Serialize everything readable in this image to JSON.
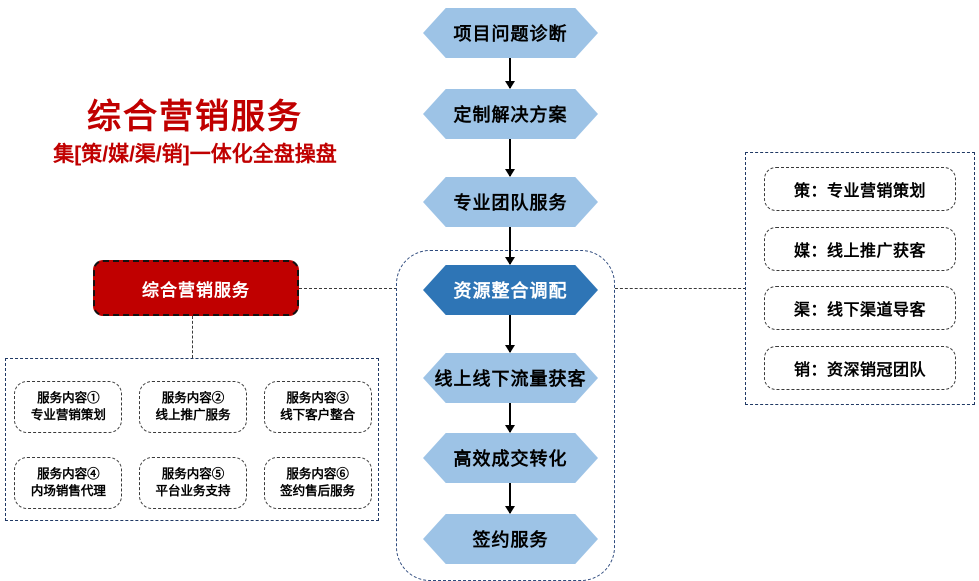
{
  "brand": {
    "title": "综合营销服务",
    "subtitle": "集[策/媒/渠/销]一体化全盘操盘",
    "color": "#C00000"
  },
  "core": {
    "label": "综合营销服务",
    "fill": "#C00000",
    "text_color": "#FFFFFF"
  },
  "flow": {
    "colors": {
      "light": "#9DC3E6",
      "highlight": "#2E75B6",
      "text_dark": "#000000",
      "text_light": "#FFFFFF"
    },
    "steps": [
      {
        "label": "项目问题诊断",
        "state": "normal"
      },
      {
        "label": "定制解决方案",
        "state": "normal"
      },
      {
        "label": "专业团队服务",
        "state": "normal"
      },
      {
        "label": "资源整合调配",
        "state": "highlight"
      },
      {
        "label": "线上线下流量获客",
        "state": "normal"
      },
      {
        "label": "高效成交转化",
        "state": "normal"
      },
      {
        "label": "签约服务",
        "state": "normal"
      }
    ]
  },
  "services": {
    "items": [
      {
        "title": "服务内容①",
        "desc": "专业营销策划"
      },
      {
        "title": "服务内容②",
        "desc": "线上推广服务"
      },
      {
        "title": "服务内容③",
        "desc": "线下客户整合"
      },
      {
        "title": "服务内容④",
        "desc": "内场销售代理"
      },
      {
        "title": "服务内容⑤",
        "desc": "平台业务支持"
      },
      {
        "title": "服务内容⑥",
        "desc": "签约售后服务"
      }
    ]
  },
  "pillars": {
    "items": [
      {
        "label": "策：专业营销策划"
      },
      {
        "label": "媒：线上推广获客"
      },
      {
        "label": "渠：线下渠道导客"
      },
      {
        "label": "销：资深销冠团队"
      }
    ]
  }
}
